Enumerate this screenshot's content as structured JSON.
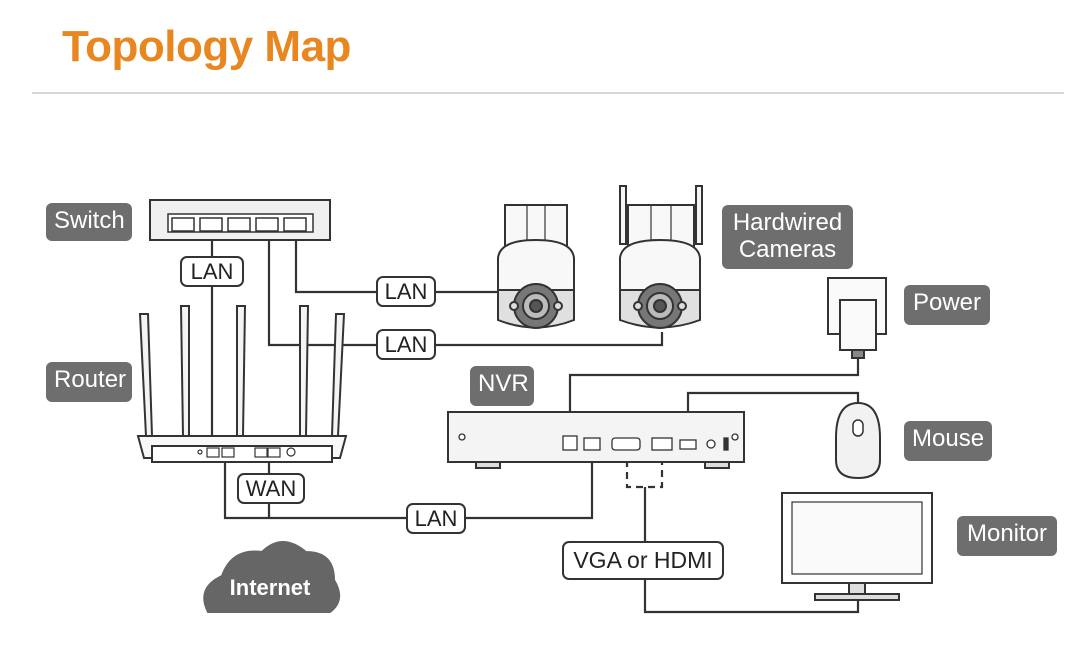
{
  "title": "Topology Map",
  "colors": {
    "accent": "#e8861f",
    "tag_bg": "#6e6e6e",
    "line": "#333333"
  },
  "devices": {
    "switch": "Switch",
    "router": "Router",
    "cameras_line1": "Hardwired",
    "cameras_line2": "Cameras",
    "power": "Power",
    "nvr": "NVR",
    "mouse": "Mouse",
    "monitor": "Monitor",
    "internet": "Internet"
  },
  "connections": {
    "switch_router": "LAN",
    "switch_camera1": "LAN",
    "switch_camera2": "LAN",
    "router_internet": "WAN",
    "router_nvr": "LAN",
    "nvr_monitor": "VGA or HDMI"
  }
}
